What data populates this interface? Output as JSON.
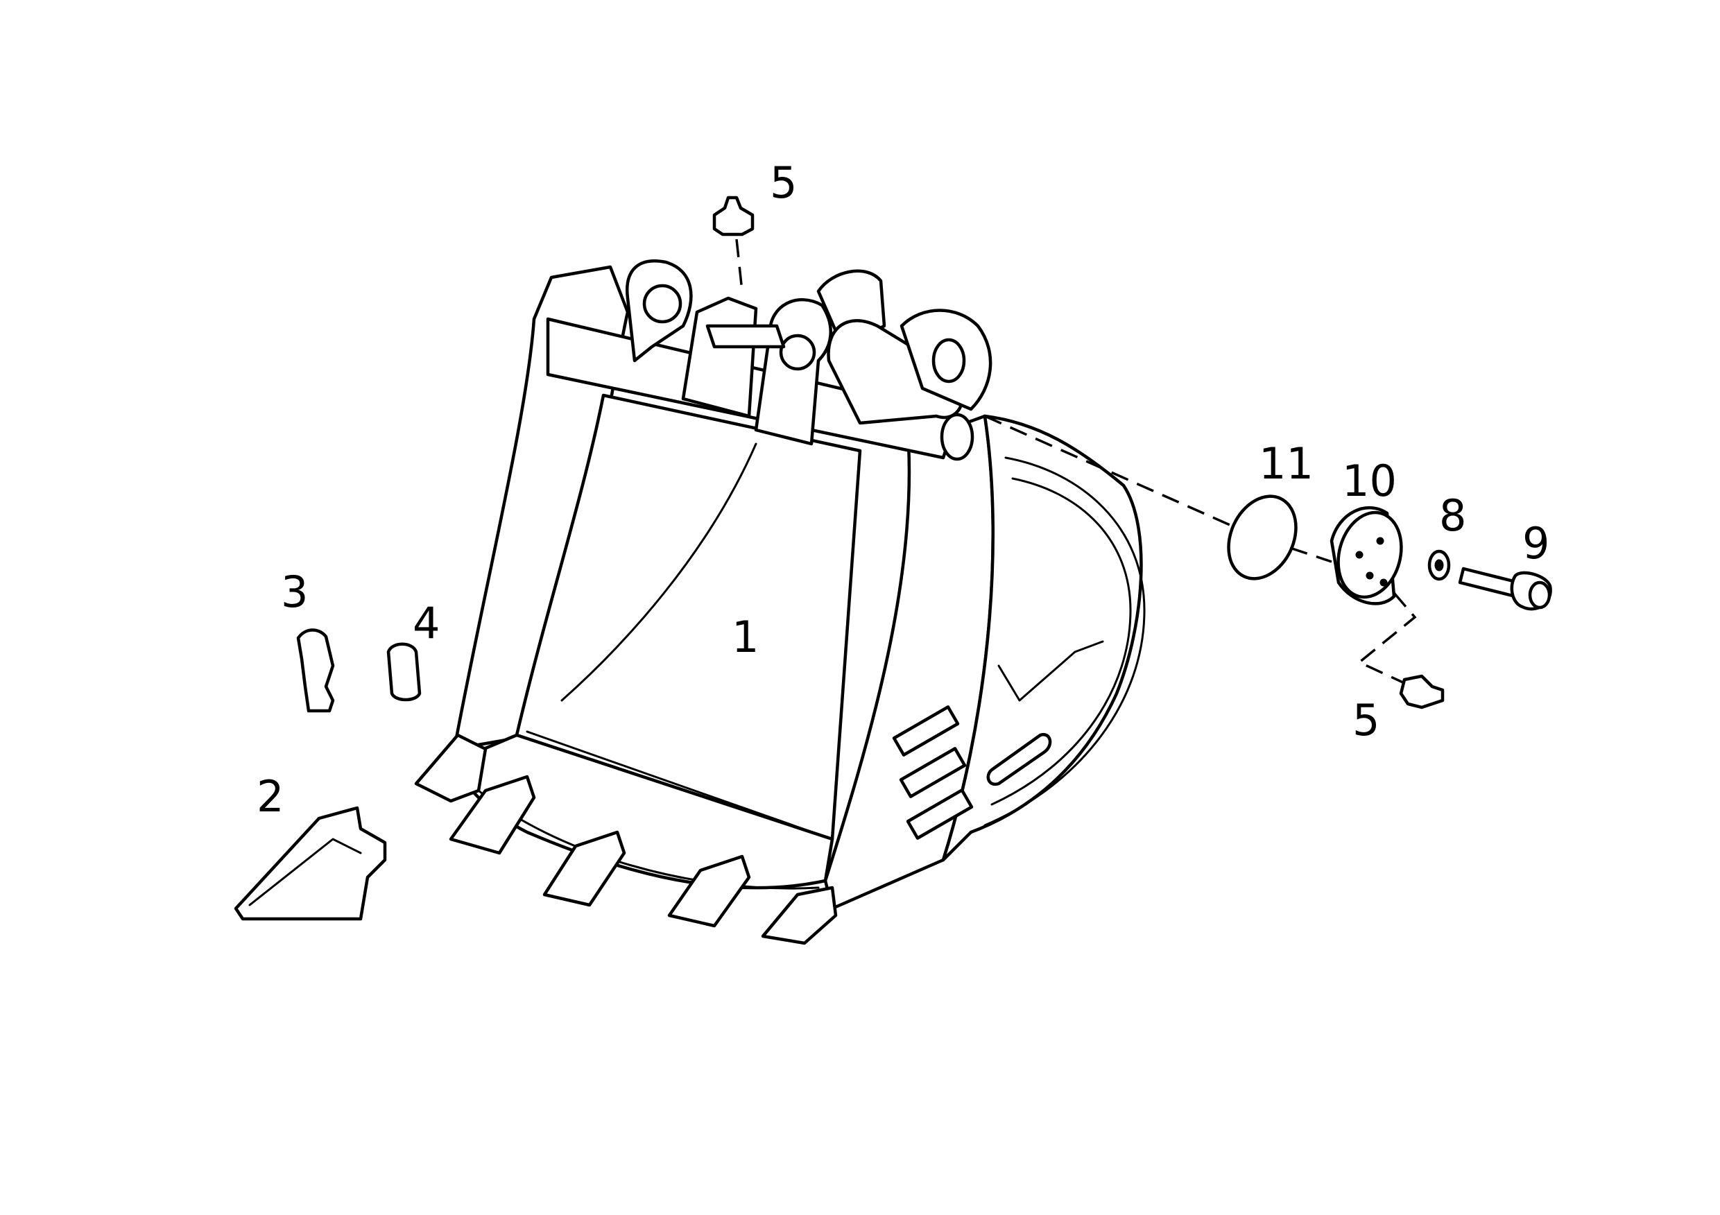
{
  "diagram": {
    "callouts": [
      {
        "id": "1",
        "part": "bucket"
      },
      {
        "id": "2",
        "part": "tooth-tip"
      },
      {
        "id": "3",
        "part": "tooth-lock"
      },
      {
        "id": "4",
        "part": "rubber-pin"
      },
      {
        "id": "5",
        "part": "grease-nipple"
      },
      {
        "id": "5",
        "part": "grease-nipple"
      },
      {
        "id": "8",
        "part": "washer"
      },
      {
        "id": "9",
        "part": "bolt"
      },
      {
        "id": "10",
        "part": "end-plate"
      },
      {
        "id": "11",
        "part": "o-ring"
      }
    ]
  }
}
